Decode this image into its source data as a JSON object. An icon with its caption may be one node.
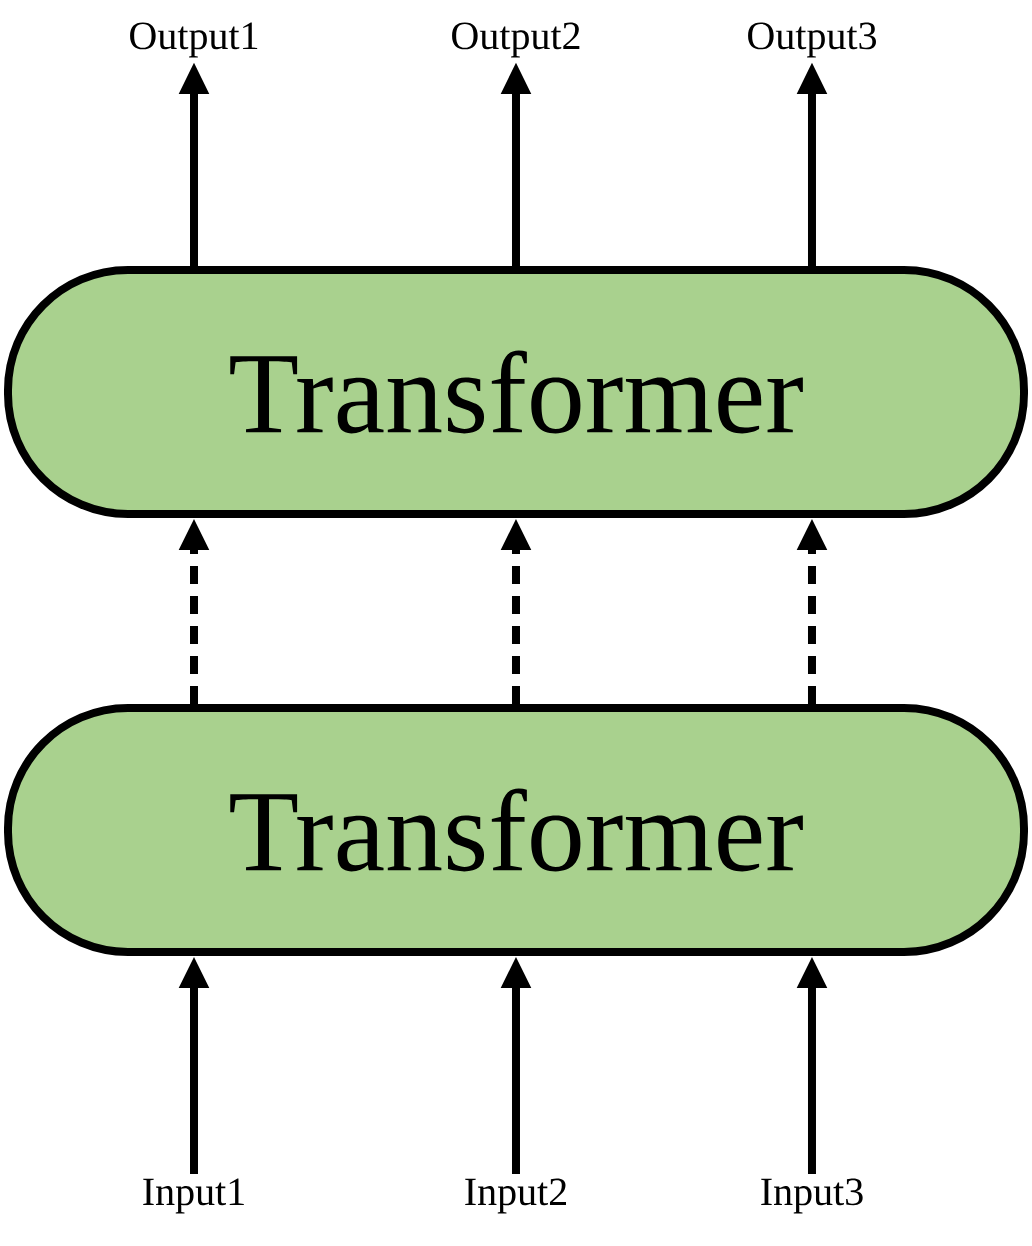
{
  "diagram": {
    "nodes": [
      {
        "text": [
          "Transformer"
        ]
      },
      {
        "text": [
          "Transformer"
        ]
      },
      {
        "text": [
          "Output1"
        ]
      },
      {
        "text": [
          "Output2"
        ]
      },
      {
        "text": [
          "Output3"
        ]
      },
      {
        "text": [
          "Input1"
        ]
      },
      {
        "text": [
          "Input2"
        ]
      },
      {
        "text": [
          "Input3"
        ]
      }
    ],
    "edges": [
      {
        "from": 0,
        "to": 2,
        "arrow": "to"
      },
      {
        "from": 0,
        "to": 3,
        "arrow": "to"
      },
      {
        "from": 0,
        "to": 4,
        "arrow": "to"
      },
      {
        "from": 1,
        "to": 0,
        "arrow": "to",
        "style": "dashed"
      },
      {
        "from": 1,
        "to": 0,
        "arrow": "to",
        "style": "dashed"
      },
      {
        "from": 1,
        "to": 0,
        "arrow": "to",
        "style": "dashed"
      },
      {
        "from": 5,
        "to": 1,
        "arrow": "to"
      },
      {
        "from": 6,
        "to": 1,
        "arrow": "to"
      },
      {
        "from": 7,
        "to": 1,
        "arrow": "to"
      }
    ]
  }
}
